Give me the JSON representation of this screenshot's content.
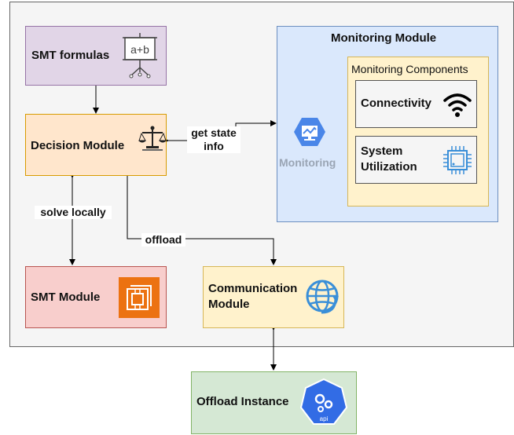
{
  "nodes": {
    "smt_formulas": "SMT formulas",
    "decision_module": "Decision Module",
    "smt_module": "SMT Module",
    "communication_module_line1": "Communication",
    "communication_module_line2": "Module",
    "offload_instance": "Offload Instance",
    "monitoring_module": "Monitoring Module",
    "monitoring_components": "Monitoring Components",
    "connectivity": "Connectivity",
    "system_utilization_line1": "System",
    "system_utilization_line2": "Utilization",
    "monitoring_icon_label": "Monitoring"
  },
  "edges": {
    "get_state_line1": "get state",
    "get_state_line2": "info",
    "solve_locally": "solve locally",
    "offload": "offload"
  },
  "icons": {
    "formula_board_text": "a+b",
    "api_text": "api"
  },
  "colors": {
    "purple_fill": "#e1d5e7",
    "orange_fill": "#ffe6cc",
    "red_fill": "#f8cecc",
    "yellow_fill": "#fff2cc",
    "green_fill": "#d5e8d4",
    "blue_fill": "#dae8fc",
    "aws_orange": "#ec7211",
    "gcp_blue": "#4a86e8",
    "k8s_blue": "#326ce5"
  }
}
